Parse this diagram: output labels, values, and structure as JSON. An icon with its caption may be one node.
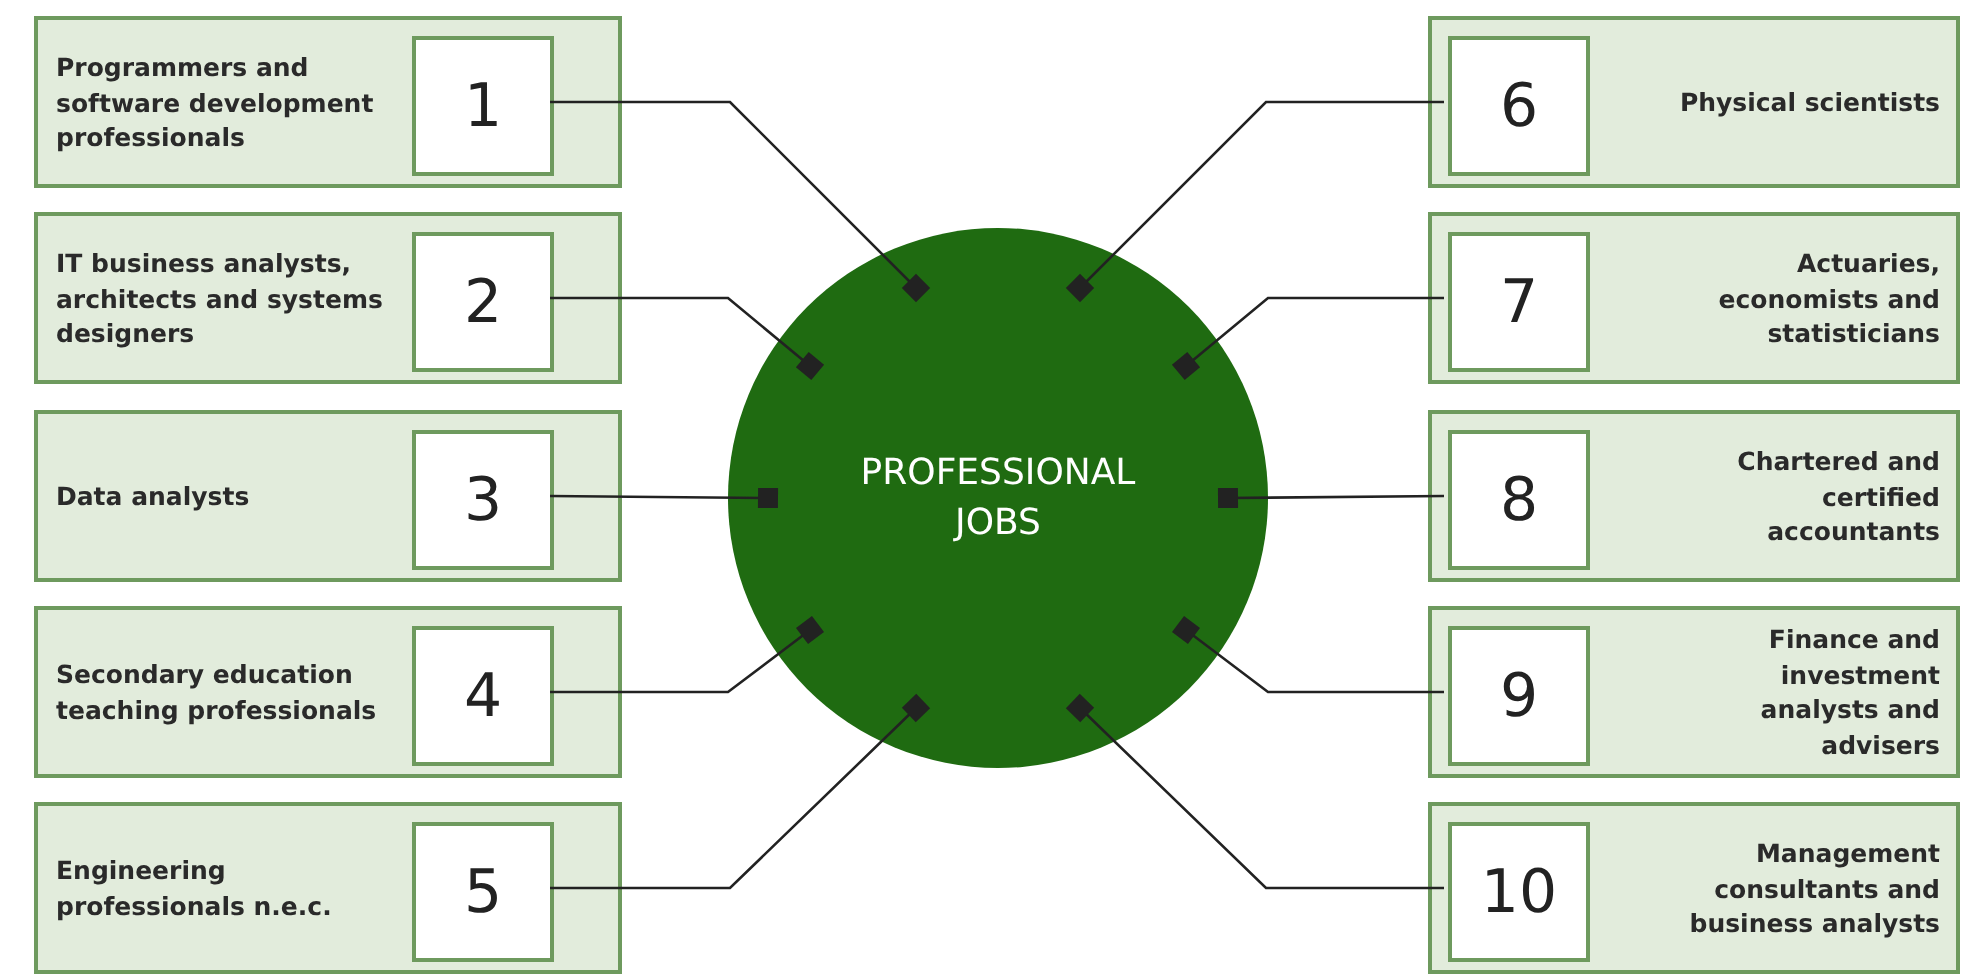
{
  "diagram": {
    "nodes": [
      {
        "text": [
          "Programmers and software development professionals"
        ]
      },
      {
        "text": [
          "1"
        ],
        "in": 0
      },
      {
        "text": [
          "IT business analysts, architects and systems designers"
        ]
      },
      {
        "text": [
          "2"
        ],
        "in": 2
      },
      {
        "text": [
          "Data analysts"
        ]
      },
      {
        "text": [
          "3"
        ],
        "in": 4
      },
      {
        "text": [
          "Secondary education teaching professionals"
        ]
      },
      {
        "text": [
          "4"
        ],
        "in": 6
      },
      {
        "text": [
          "Engineering professionals n.e.c."
        ]
      },
      {
        "text": [
          "5"
        ],
        "in": 8
      },
      {
        "text": [
          "Physical scientists"
        ]
      },
      {
        "text": [
          "6"
        ],
        "in": 10
      },
      {
        "text": [
          "Actuaries, economists and statisticians"
        ]
      },
      {
        "text": [
          "7"
        ],
        "in": 12
      },
      {
        "text": [
          "Chartered and certified accountants"
        ]
      },
      {
        "text": [
          "8"
        ],
        "in": 14
      },
      {
        "text": [
          "Finance and investment analysts and advisers"
        ]
      },
      {
        "text": [
          "9"
        ],
        "in": 16
      },
      {
        "text": [
          "Management consultants and business analysts"
        ]
      },
      {
        "text": [
          "10"
        ],
        "in": 18
      },
      {
        "text": [
          "PROFESSIONAL JOBS"
        ]
      }
    ],
    "edges": [
      {
        "from": 1,
        "to": 20,
        "arrow": "other"
      },
      {
        "from": 3,
        "to": 20,
        "arrow": "other"
      },
      {
        "from": 5,
        "to": 20,
        "arrow": "other"
      },
      {
        "from": 7,
        "to": 20,
        "arrow": "other"
      },
      {
        "from": 9,
        "to": 20,
        "arrow": "other"
      },
      {
        "from": 11,
        "to": 20,
        "arrow": "other"
      },
      {
        "from": 13,
        "to": 20,
        "arrow": "other"
      },
      {
        "from": 15,
        "to": 20,
        "arrow": "other"
      },
      {
        "from": 17,
        "to": 20,
        "arrow": "other"
      },
      {
        "from": 19,
        "to": 20,
        "arrow": "other"
      }
    ]
  }
}
